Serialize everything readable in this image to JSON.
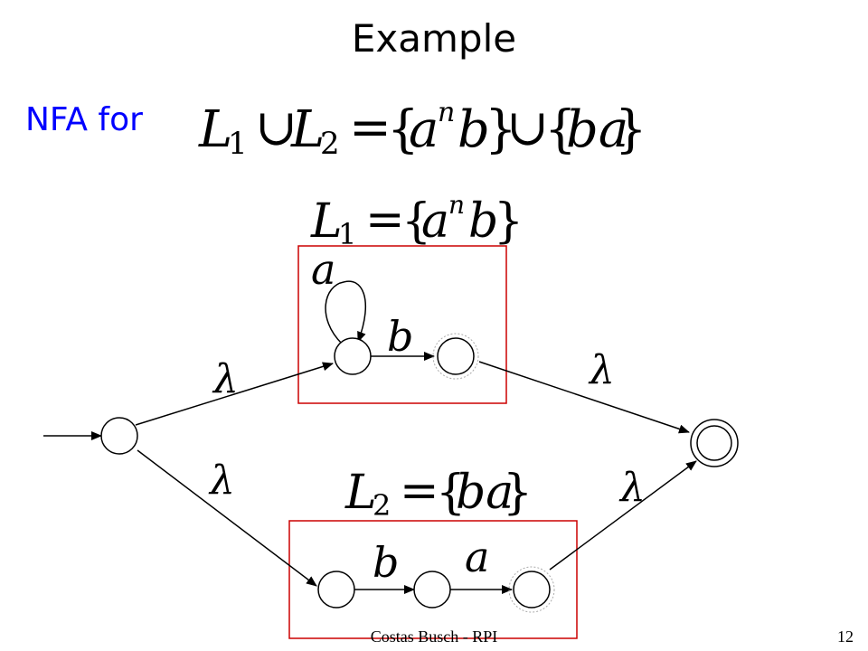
{
  "title": "Example",
  "heading": {
    "prefix": "NFA for",
    "formula": "L1 ∪ L2 = {a^n b} ∪ {ba}"
  },
  "boxes": {
    "top": {
      "label": "L1 = {a^n b}"
    },
    "bottom": {
      "label": "L2 = {ba}"
    }
  },
  "transitions": {
    "lambda": "λ",
    "a": "a",
    "b": "b"
  },
  "footer": {
    "source": "Costas Busch - RPI",
    "page": "12"
  },
  "colors": {
    "accent": "#0000ff",
    "box_border": "#cc0000",
    "ink": "#000000"
  }
}
